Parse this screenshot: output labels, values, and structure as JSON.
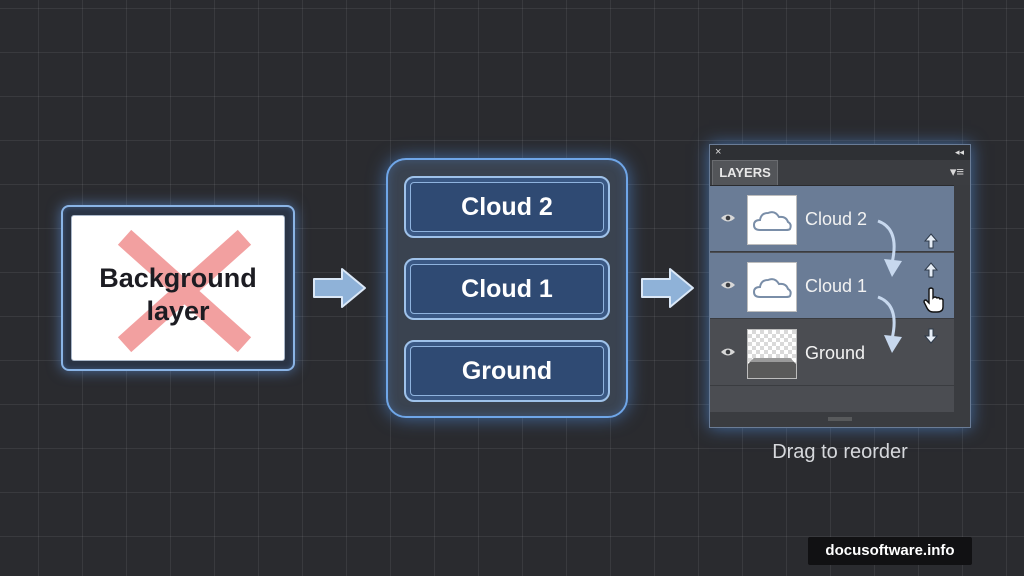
{
  "background_card": {
    "label": "Background\nlayer",
    "strike_color": "#f2a0a0"
  },
  "stack": {
    "items": [
      "Cloud 2",
      "Cloud 1",
      "Ground"
    ]
  },
  "layers_panel": {
    "close_glyph": "×",
    "collapse_glyph": "◂◂",
    "tab_label": "LAYERS",
    "menu_glyph": "▾≡",
    "layers": [
      {
        "name": "Cloud 2",
        "selected": true,
        "thumb": "cloud-icon",
        "move": "up"
      },
      {
        "name": "Cloud 1",
        "selected": true,
        "thumb": "cloud-icon",
        "move": "up"
      },
      {
        "name": "Ground",
        "selected": false,
        "thumb": "ground-icon",
        "move": "down"
      }
    ]
  },
  "caption": "Drag to reorder",
  "watermark": "docusoftware.info",
  "colors": {
    "accent_glow": "#6fa6e8",
    "selected_row": "#6a7c96",
    "stack_button": "#2f4a73"
  }
}
